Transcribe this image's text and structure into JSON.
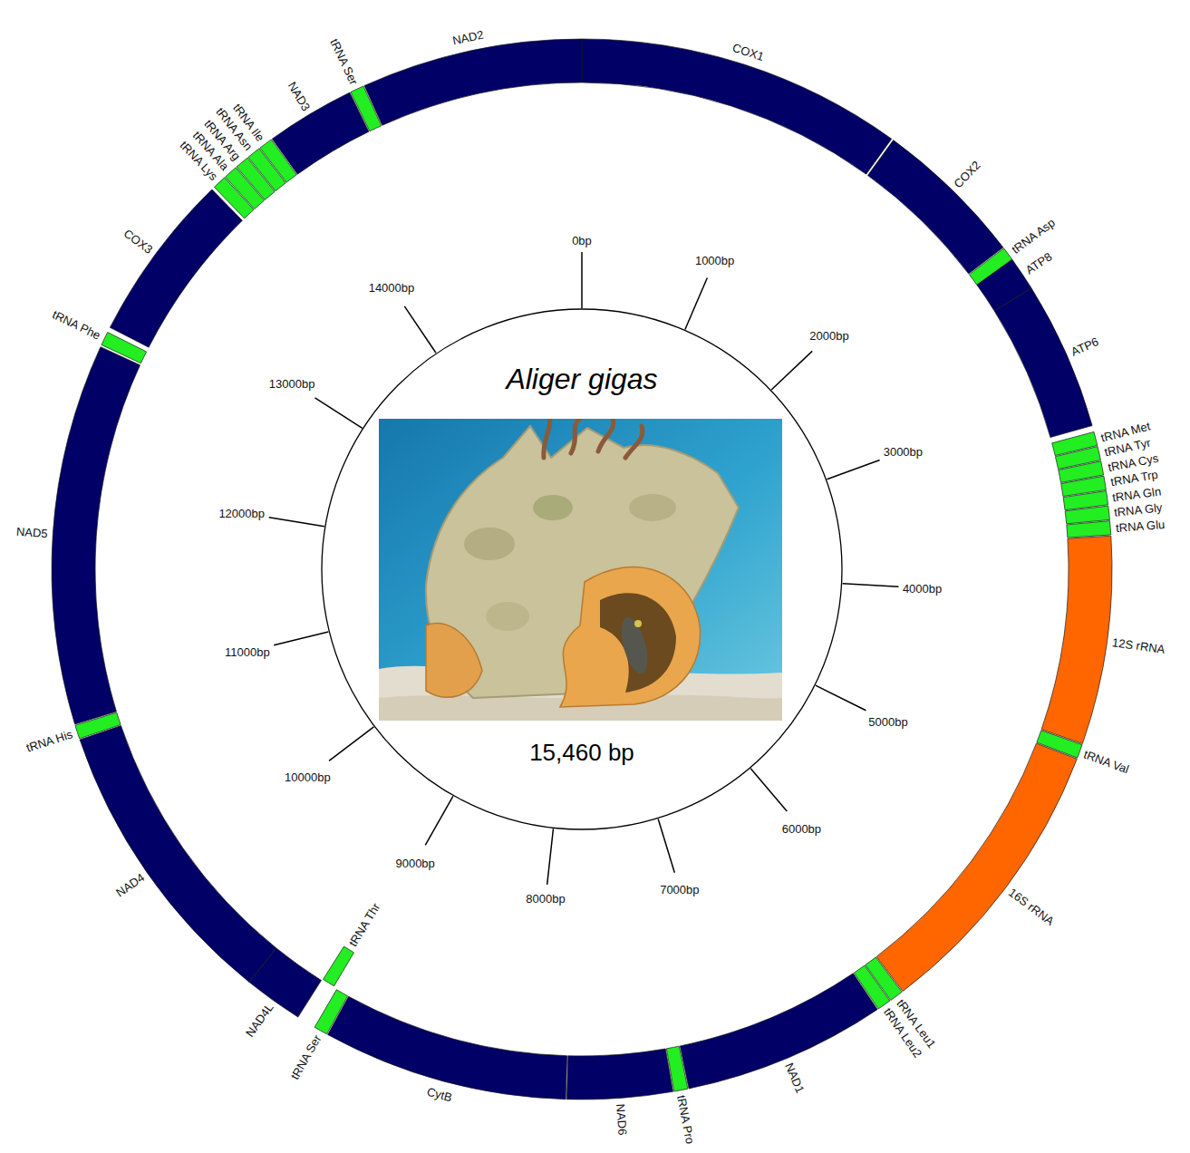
{
  "diagram": {
    "nodes": [
      {
        "text": [
          "Aliger gigas",
          "15,460 bp"
        ]
      }
    ],
    "labels": [
      "COX1",
      "COX2",
      "tRNA Asp",
      "ATP8",
      "ATP6",
      "tRNA Met",
      "tRNA Tyr",
      "tRNA Cys",
      "tRNA Trp",
      "tRNA Gln",
      "tRNA Gly",
      "tRNA Glu",
      "12S rRNA",
      "tRNA Val",
      "16S rRNA",
      "tRNA Leu1",
      "tRNA Leu2",
      "NAD1",
      "tRNA Pro",
      "NAD6",
      "CytB",
      "tRNA Ser",
      "tRNA Thr",
      "NAD4L",
      "NAD4",
      "tRNA His",
      "NAD5",
      "tRNA Phe",
      "COX3",
      "tRNA Lys",
      "tRNA Ala",
      "tRNA Arg",
      "tRNA Asn",
      "tRNA Ile",
      "NAD3",
      "tRNA Ser",
      "NAD2",
      "0bp",
      "1000bp",
      "2000bp",
      "3000bp",
      "4000bp",
      "5000bp",
      "6000bp",
      "7000bp",
      "8000bp",
      "9000bp",
      "10000bp",
      "11000bp",
      "12000bp",
      "13000bp",
      "14000bp"
    ]
  }
}
